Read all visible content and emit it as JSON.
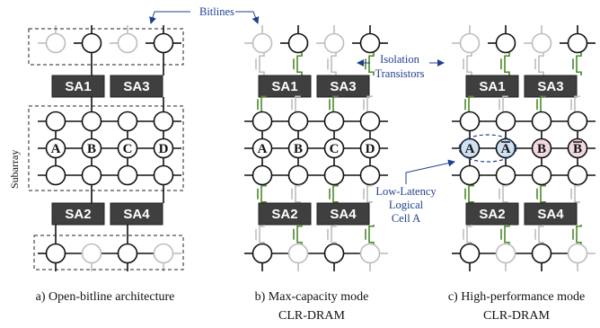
{
  "labels": {
    "bitlines": "Bitlines",
    "isolation_line1": "Isolation",
    "isolation_line2": "Transistors",
    "subarray": "Subarray",
    "lowlat_line1": "Low-Latency",
    "lowlat_line2": "Logical",
    "lowlat_line3": "Cell A"
  },
  "panels": [
    {
      "caption_line1": "a) Open-bitline architecture",
      "caption_line2": "",
      "sense_amps": [
        "SA1",
        "SA3",
        "SA2",
        "SA4"
      ],
      "cells": [
        "A",
        "B",
        "C",
        "D"
      ]
    },
    {
      "caption_line1": "b) Max-capacity mode",
      "caption_line2": "CLR-DRAM",
      "sense_amps": [
        "SA1",
        "SA3",
        "SA2",
        "SA4"
      ],
      "cells": [
        "A",
        "B",
        "C",
        "D"
      ]
    },
    {
      "caption_line1": "c) High-performance mode",
      "caption_line2": "CLR-DRAM",
      "sense_amps": [
        "SA1",
        "SA3",
        "SA2",
        "SA4"
      ],
      "cells": [
        "A",
        "A",
        "B",
        "B"
      ]
    }
  ],
  "colors": {
    "dark": "#111111",
    "grey": "#bdbdbd",
    "sa_fill": "#3f3f3f",
    "transistor": "#4a8a2a",
    "annotation": "#1f3f8f",
    "cell_a": "#cfe0f2",
    "cell_b": "#f2d9df"
  }
}
